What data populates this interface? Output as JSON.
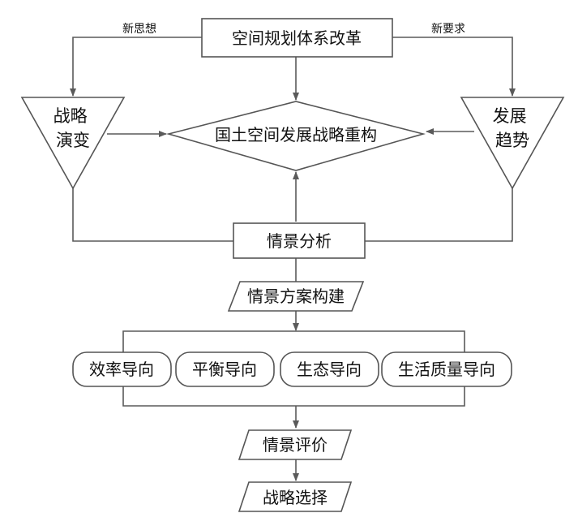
{
  "nodes": {
    "reform": "空间规划体系改革",
    "strategy_evolution": "战略\n演变",
    "development_trend": "发展\n趋势",
    "reconstruction": "国土空间发展战略重构",
    "scenario_analysis": "情景分析",
    "scenario_construction": "情景方案构建",
    "orientations": [
      "效率导向",
      "平衡导向",
      "生态导向",
      "生活质量导向"
    ],
    "scenario_evaluation": "情景评价",
    "strategy_selection": "战略选择"
  },
  "edge_labels": {
    "new_thinking": "新思想",
    "new_requirements": "新要求"
  },
  "colors": {
    "stroke": "#555555",
    "text": "#111111"
  }
}
